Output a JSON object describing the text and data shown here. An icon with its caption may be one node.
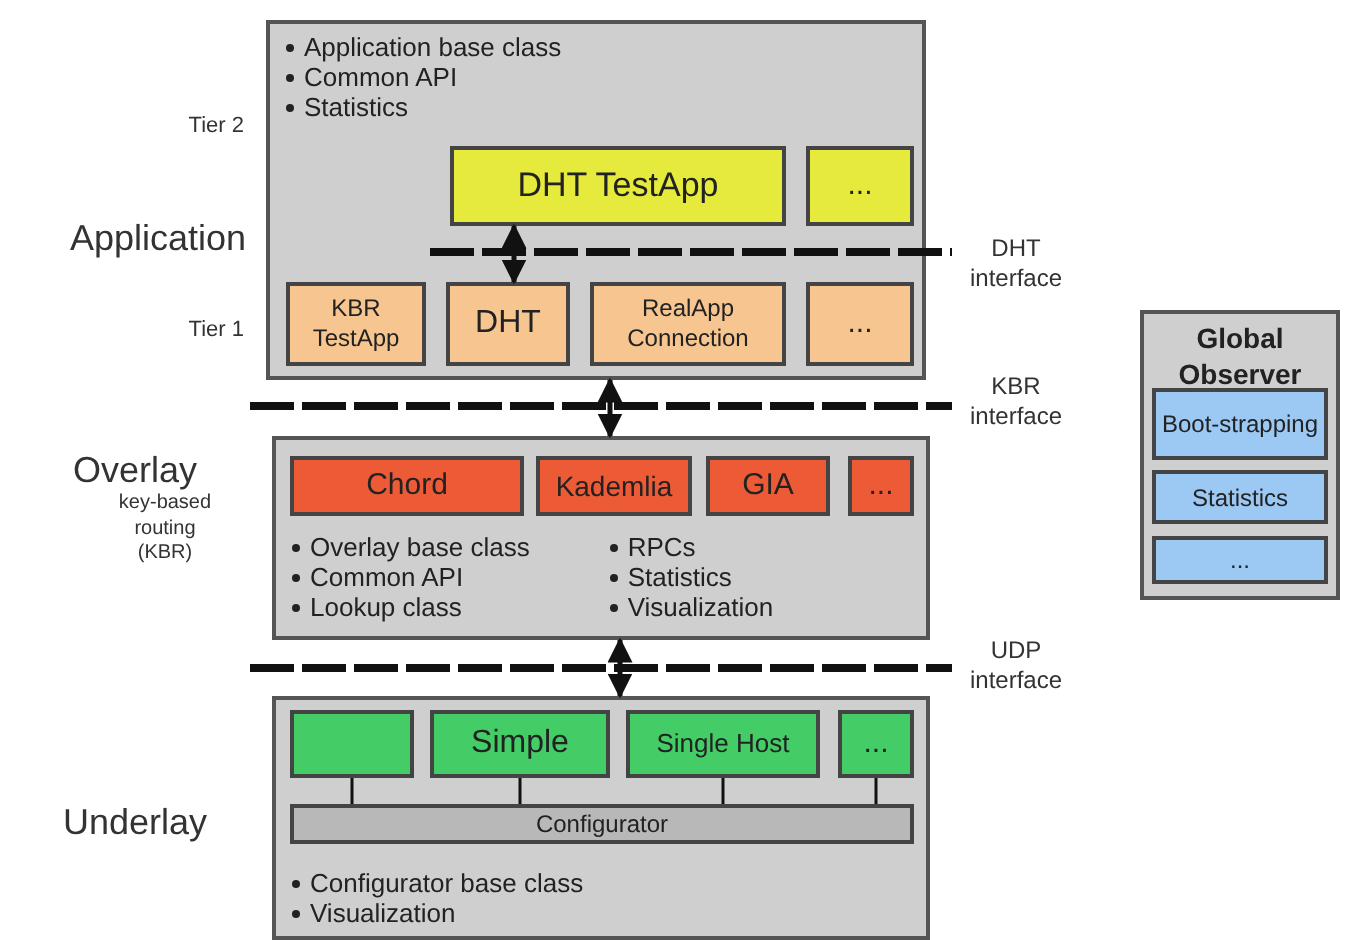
{
  "diagram": {
    "nodes": [
      {
        "text": [
          "Application base class",
          "Common API",
          "Statistics"
        ]
      },
      {
        "text": [
          "DHT TestApp"
        ],
        "in": 0
      },
      {
        "text": [
          "..."
        ],
        "in": 0
      },
      {
        "text": [
          "KBR TestApp"
        ],
        "in": 0
      },
      {
        "text": [
          "DHT"
        ],
        "in": 0
      },
      {
        "text": [
          "RealApp Connection"
        ],
        "in": 0
      },
      {
        "text": [
          "..."
        ],
        "in": 0
      },
      {
        "text": [
          "Overlay base class",
          "Common API",
          "Lookup class",
          "RPCs",
          "Statistics",
          "Visualization"
        ]
      },
      {
        "text": [
          "Chord"
        ],
        "in": 7
      },
      {
        "text": [
          "Kademlia"
        ],
        "in": 7
      },
      {
        "text": [
          "GIA"
        ],
        "in": 7
      },
      {
        "text": [
          "..."
        ],
        "in": 7
      },
      {
        "text": [
          "Configurator base class",
          "Visualization"
        ]
      },
      {
        "text": [],
        "shape": "box",
        "in": 12
      },
      {
        "text": [
          "Simple"
        ],
        "in": 12
      },
      {
        "text": [
          "Single Host"
        ],
        "in": 12
      },
      {
        "text": [
          "..."
        ],
        "in": 12
      },
      {
        "text": [
          "Configurator"
        ],
        "in": 12
      },
      {
        "text": [
          "Global Observer"
        ]
      },
      {
        "text": [
          "Boot-strapping"
        ],
        "in": 18
      },
      {
        "text": [
          "Statistics"
        ],
        "in": 18
      },
      {
        "text": [
          "..."
        ],
        "in": 18
      }
    ],
    "edges": [
      {
        "from": 1,
        "to": 4,
        "arrow": "both"
      },
      {
        "from": 0,
        "to": 7,
        "arrow": "both"
      },
      {
        "from": 7,
        "to": 12,
        "arrow": "both"
      },
      {
        "from": 13,
        "to": 17,
        "arrow": "none"
      },
      {
        "from": 14,
        "to": 17,
        "arrow": "none"
      },
      {
        "from": 15,
        "to": 17,
        "arrow": "none"
      },
      {
        "from": 16,
        "to": 17,
        "arrow": "none"
      }
    ],
    "labels": [
      "Tier 2",
      "Application",
      "DHT interface",
      "Tier 1",
      "KBR interface",
      "Overlay",
      "key-based routing (KBR)",
      "UDP interface",
      "Underlay"
    ]
  }
}
